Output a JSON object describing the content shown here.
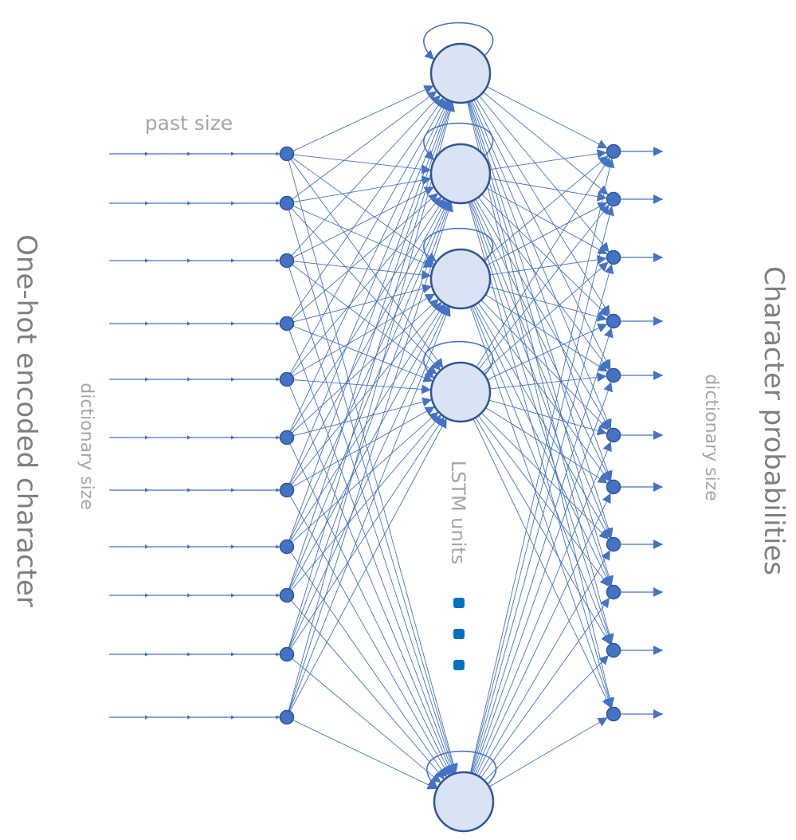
{
  "labels": {
    "left_title": "One-hot encoded character",
    "right_title": "Character probabilities",
    "past_size": "past size",
    "left_dictionary_size": "dictionary size",
    "right_dictionary_size": "dictionary size",
    "lstm_units": "LSTM units"
  },
  "colors": {
    "line": "#4472c4",
    "node_fill": "#4472c4",
    "node_stroke": "#2f5597",
    "unit_fill": "#dae3f3",
    "unit_stroke": "#2f5597",
    "ellipsis_dot": "#0070c0",
    "label_gray": "#a6a6a6",
    "title_gray": "#7f7f7f"
  },
  "network": {
    "input_nodes": 11,
    "visible_lstm_units": 5,
    "hidden_units_marker": "ellipsis",
    "output_nodes": 11,
    "fully_connected": true,
    "lstm_self_loops": true,
    "time_steps_per_input": 4
  }
}
